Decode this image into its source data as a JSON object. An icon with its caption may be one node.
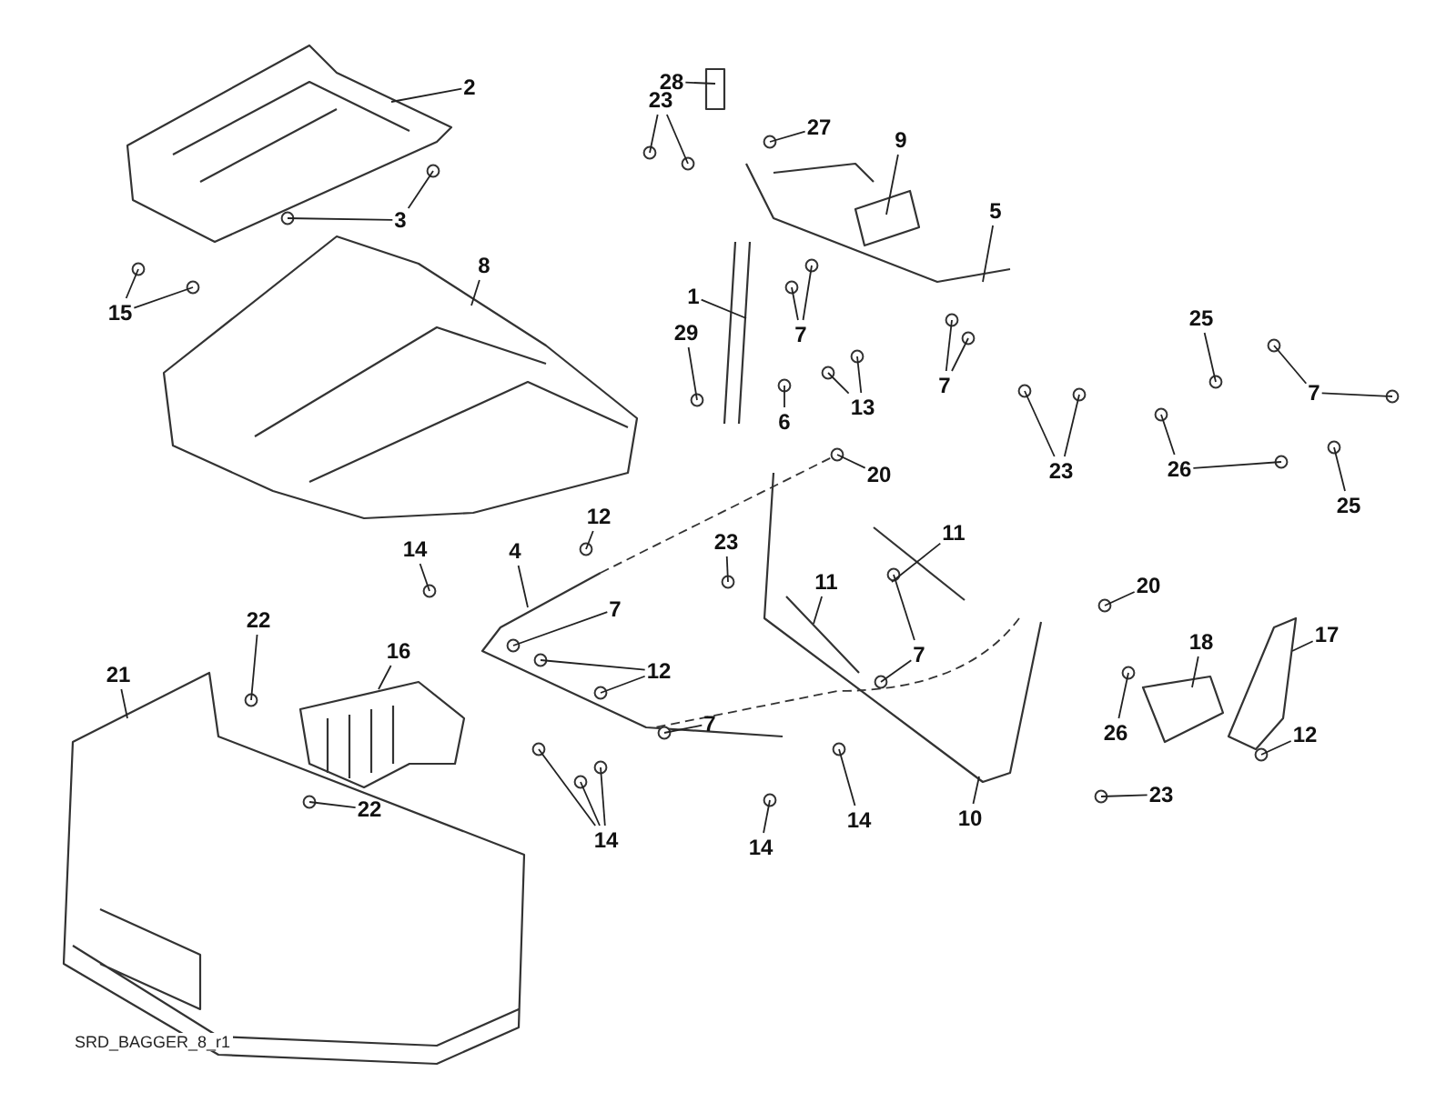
{
  "diagram": {
    "nodes": [
      {
        "text": [
          "28"
        ]
      },
      {
        "text": [
          "2"
        ]
      },
      {
        "text": [
          "23"
        ]
      },
      {
        "text": [
          "27"
        ]
      },
      {
        "text": [
          "9"
        ]
      },
      {
        "text": [
          "3"
        ]
      },
      {
        "text": [
          "5"
        ]
      },
      {
        "text": [
          "8"
        ]
      },
      {
        "text": [
          "15"
        ]
      },
      {
        "text": [
          "1"
        ]
      },
      {
        "text": [
          "29"
        ]
      },
      {
        "text": [
          "7"
        ]
      },
      {
        "text": [
          "7"
        ]
      },
      {
        "text": [
          "6"
        ]
      },
      {
        "text": [
          "13"
        ]
      },
      {
        "text": [
          "25"
        ]
      },
      {
        "text": [
          "7"
        ]
      },
      {
        "text": [
          "23"
        ]
      },
      {
        "text": [
          "26"
        ]
      },
      {
        "text": [
          "25"
        ]
      },
      {
        "text": [
          "20"
        ]
      },
      {
        "text": [
          "12"
        ]
      },
      {
        "text": [
          "11"
        ]
      },
      {
        "text": [
          "14"
        ]
      },
      {
        "text": [
          "4"
        ]
      },
      {
        "text": [
          "23"
        ]
      },
      {
        "text": [
          "7"
        ]
      },
      {
        "text": [
          "11"
        ]
      },
      {
        "text": [
          "20"
        ]
      },
      {
        "text": [
          "22"
        ]
      },
      {
        "text": [
          "12"
        ]
      },
      {
        "text": [
          "16"
        ]
      },
      {
        "text": [
          "7"
        ]
      },
      {
        "text": [
          "18"
        ]
      },
      {
        "text": [
          "17"
        ]
      },
      {
        "text": [
          "21"
        ]
      },
      {
        "text": [
          "7"
        ]
      },
      {
        "text": [
          "26"
        ]
      },
      {
        "text": [
          "12"
        ]
      },
      {
        "text": [
          "22"
        ]
      },
      {
        "text": [
          "14"
        ]
      },
      {
        "text": [
          "23"
        ]
      },
      {
        "text": [
          "14"
        ]
      },
      {
        "text": [
          "14"
        ]
      },
      {
        "text": [
          "10"
        ]
      }
    ],
    "edges": [
      {
        "from": 0,
        "to": null,
        "arrow": "none"
      },
      {
        "from": 1,
        "to": null,
        "arrow": "none"
      },
      {
        "from": 2,
        "to": null,
        "arrow": "none"
      },
      {
        "from": 2,
        "to": null,
        "arrow": "none"
      },
      {
        "from": 3,
        "to": null,
        "arrow": "none"
      },
      {
        "from": 4,
        "to": null,
        "arrow": "none"
      },
      {
        "from": 5,
        "to": null,
        "arrow": "none"
      },
      {
        "from": 5,
        "to": null,
        "arrow": "none"
      },
      {
        "from": 6,
        "to": null,
        "arrow": "none"
      },
      {
        "from": 7,
        "to": null,
        "arrow": "none"
      },
      {
        "from": 8,
        "to": null,
        "arrow": "none"
      },
      {
        "from": 8,
        "to": null,
        "arrow": "none"
      },
      {
        "from": 9,
        "to": null,
        "arrow": "none"
      },
      {
        "from": 10,
        "to": null,
        "arrow": "none"
      },
      {
        "from": 11,
        "to": null,
        "arrow": "none"
      },
      {
        "from": 11,
        "to": null,
        "arrow": "none"
      },
      {
        "from": 12,
        "to": null,
        "arrow": "none"
      },
      {
        "from": 12,
        "to": null,
        "arrow": "none"
      },
      {
        "from": 13,
        "to": null,
        "arrow": "none"
      },
      {
        "from": 14,
        "to": null,
        "arrow": "none"
      },
      {
        "from": 14,
        "to": null,
        "arrow": "none"
      },
      {
        "from": 15,
        "to": null,
        "arrow": "none"
      },
      {
        "from": 16,
        "to": null,
        "arrow": "none"
      },
      {
        "from": 16,
        "to": null,
        "arrow": "none"
      },
      {
        "from": 17,
        "to": null,
        "arrow": "none"
      },
      {
        "from": 17,
        "to": null,
        "arrow": "none"
      },
      {
        "from": 18,
        "to": null,
        "arrow": "none"
      },
      {
        "from": 18,
        "to": null,
        "arrow": "none"
      },
      {
        "from": 19,
        "to": null,
        "arrow": "none"
      },
      {
        "from": 20,
        "to": null,
        "arrow": "none"
      },
      {
        "from": 21,
        "to": null,
        "arrow": "none"
      },
      {
        "from": 22,
        "to": null,
        "arrow": "none"
      },
      {
        "from": 23,
        "to": null,
        "arrow": "none"
      },
      {
        "from": 24,
        "to": null,
        "arrow": "none"
      },
      {
        "from": 25,
        "to": null,
        "arrow": "none"
      },
      {
        "from": 26,
        "to": null,
        "arrow": "none"
      },
      {
        "from": 27,
        "to": null,
        "arrow": "none"
      },
      {
        "from": 28,
        "to": null,
        "arrow": "none"
      },
      {
        "from": 29,
        "to": null,
        "arrow": "none"
      },
      {
        "from": 30,
        "to": null,
        "arrow": "none"
      },
      {
        "from": 30,
        "to": null,
        "arrow": "none"
      },
      {
        "from": 31,
        "to": null,
        "arrow": "none"
      },
      {
        "from": 32,
        "to": null,
        "arrow": "none"
      },
      {
        "from": 32,
        "to": null,
        "arrow": "none"
      },
      {
        "from": 33,
        "to": null,
        "arrow": "none"
      },
      {
        "from": 34,
        "to": null,
        "arrow": "none"
      },
      {
        "from": 35,
        "to": null,
        "arrow": "none"
      },
      {
        "from": 36,
        "to": null,
        "arrow": "none"
      },
      {
        "from": 37,
        "to": null,
        "arrow": "none"
      },
      {
        "from": 38,
        "to": null,
        "arrow": "none"
      },
      {
        "from": 39,
        "to": null,
        "arrow": "none"
      },
      {
        "from": 40,
        "to": null,
        "arrow": "none"
      },
      {
        "from": 40,
        "to": null,
        "arrow": "none"
      },
      {
        "from": 40,
        "to": null,
        "arrow": "none"
      },
      {
        "from": 41,
        "to": null,
        "arrow": "none"
      },
      {
        "from": 42,
        "to": null,
        "arrow": "none"
      },
      {
        "from": 43,
        "to": null,
        "arrow": "none"
      },
      {
        "from": 44,
        "to": null,
        "arrow": "none"
      }
    ],
    "labels": [
      "SRD_BAGGER_8_r1"
    ]
  }
}
